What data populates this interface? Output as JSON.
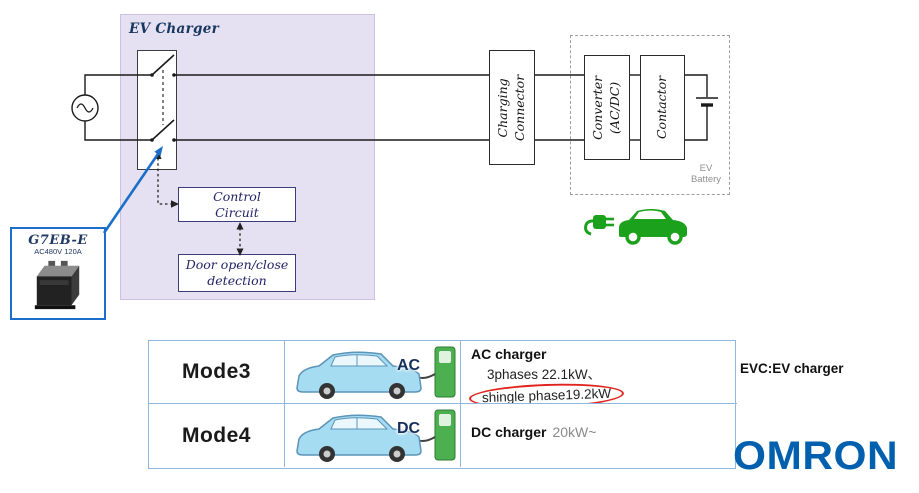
{
  "colors": {
    "purple_fill": "#E6E0F3",
    "callout_blue": "#1C6FC8",
    "navy_text": "#203864",
    "table_border_blue": "#8FB8DC",
    "emphasis_red": "#E0231C",
    "ev_green": "#1CA11C",
    "gray_text": "#909090",
    "omron_blue": "#0060AE"
  },
  "icons": {
    "ac-source-icon": "circle with sine wave",
    "relay-contact-icon": "two switch blades with dashed mechanical link",
    "battery-icon": "battery plate pair",
    "plug-icon": "charging plug with cable",
    "ev-car-icon": "green electric car",
    "car-illustration": "blue car at charging station",
    "relay-product-photo": "black G7EB relay cube"
  },
  "diagram": {
    "ev_charger_label": "EV Charger",
    "control_circuit": "Control\nCircuit",
    "door_detection": "Door open/close\ndetection",
    "relay_model": "G7EB-E",
    "relay_rating": "AC480V 120A",
    "charging_connector": "Charging\nConnector",
    "converter": "Converter\n(AC/DC)",
    "contactor": "Contactor",
    "ev_battery": "EV\nBattery"
  },
  "table": {
    "rows": [
      {
        "mode": "Mode3",
        "plug": "AC",
        "title": "AC charger",
        "line1": "3phases 22.1kW、",
        "line2": "shingle phase19.2kW"
      },
      {
        "mode": "Mode4",
        "plug": "DC",
        "title": "DC charger",
        "detail": "20kW~"
      }
    ]
  },
  "footer": {
    "note": "EVC:EV charger",
    "brand": "OMRON"
  }
}
